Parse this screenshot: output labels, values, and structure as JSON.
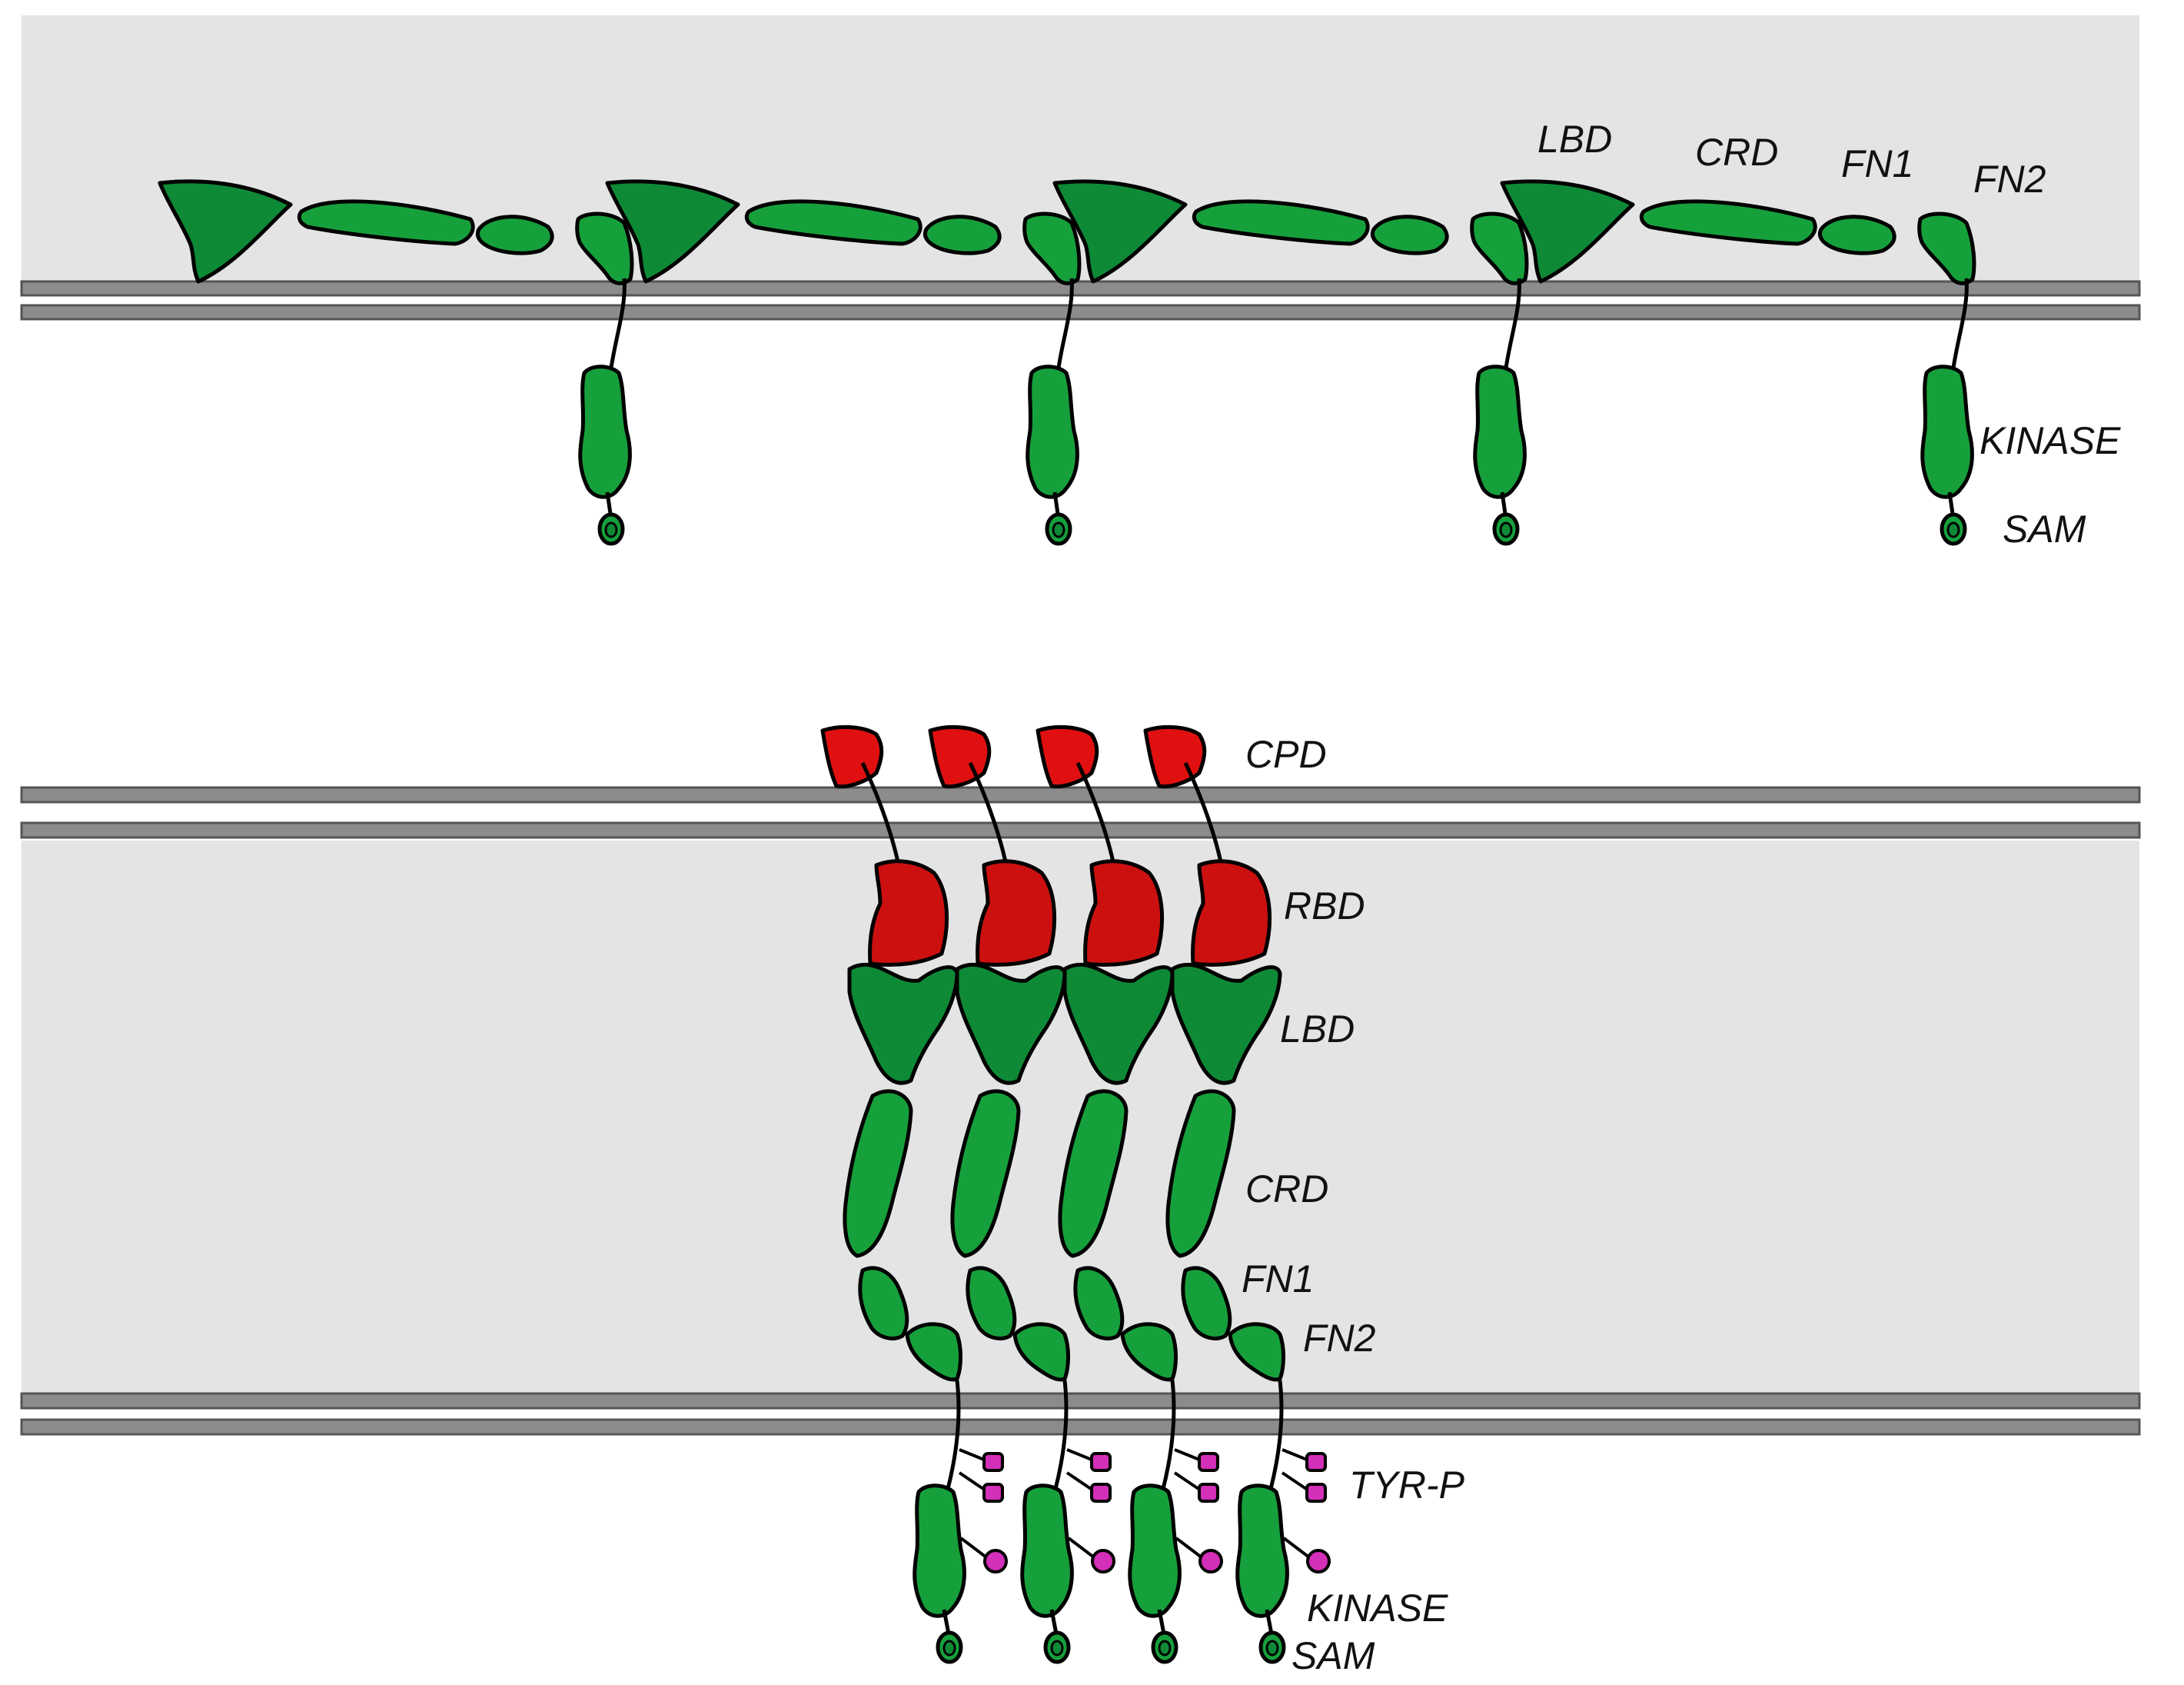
{
  "colors": {
    "space": "#e4e4e4",
    "membrane": "#8c8c8c",
    "membrane_edge": "#555555",
    "receptor_light": "#16a03c",
    "receptor_dark": "#0e8a36",
    "ligand": "#e01010",
    "ligand_dark": "#cc1010",
    "phospho": "#d42fb8",
    "outline": "#000000"
  },
  "panel_top": {
    "domain_labels": {
      "lbd": "LBD",
      "crd": "CRD",
      "fn1": "FN1",
      "fn2": "FN2",
      "kinase": "KINASE",
      "sam": "SAM"
    },
    "receptor_count": 4
  },
  "panel_bottom": {
    "domain_labels": {
      "cpd": "CPD",
      "rbd": "RBD",
      "lbd": "LBD",
      "crd": "CRD",
      "fn1": "FN1",
      "fn2": "FN2",
      "tyr_p": "TYR-P",
      "kinase": "KINASE",
      "sam": "SAM"
    },
    "receptor_count": 4
  }
}
